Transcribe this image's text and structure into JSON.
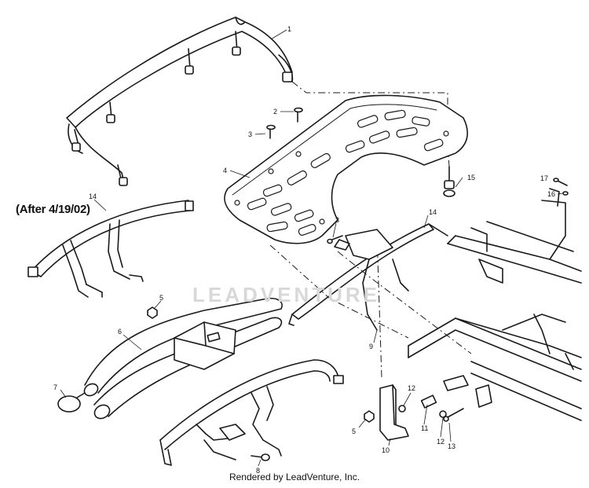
{
  "note": "(After 4/19/02)",
  "watermark": "LEADVENTURE",
  "footer": "Rendered by LeadVenture, Inc.",
  "callouts": {
    "c1": "1",
    "c2": "2",
    "c3a": "3",
    "c3b": "3",
    "c4": "4",
    "c5a": "5",
    "c5b": "5",
    "c6": "6",
    "c7": "7",
    "c8": "8",
    "c9": "9",
    "c10": "10",
    "c11": "11",
    "c12a": "12",
    "c12b": "12",
    "c13": "13",
    "c14a": "14",
    "c14b": "14",
    "c15": "15",
    "c16": "16",
    "c17": "17"
  }
}
